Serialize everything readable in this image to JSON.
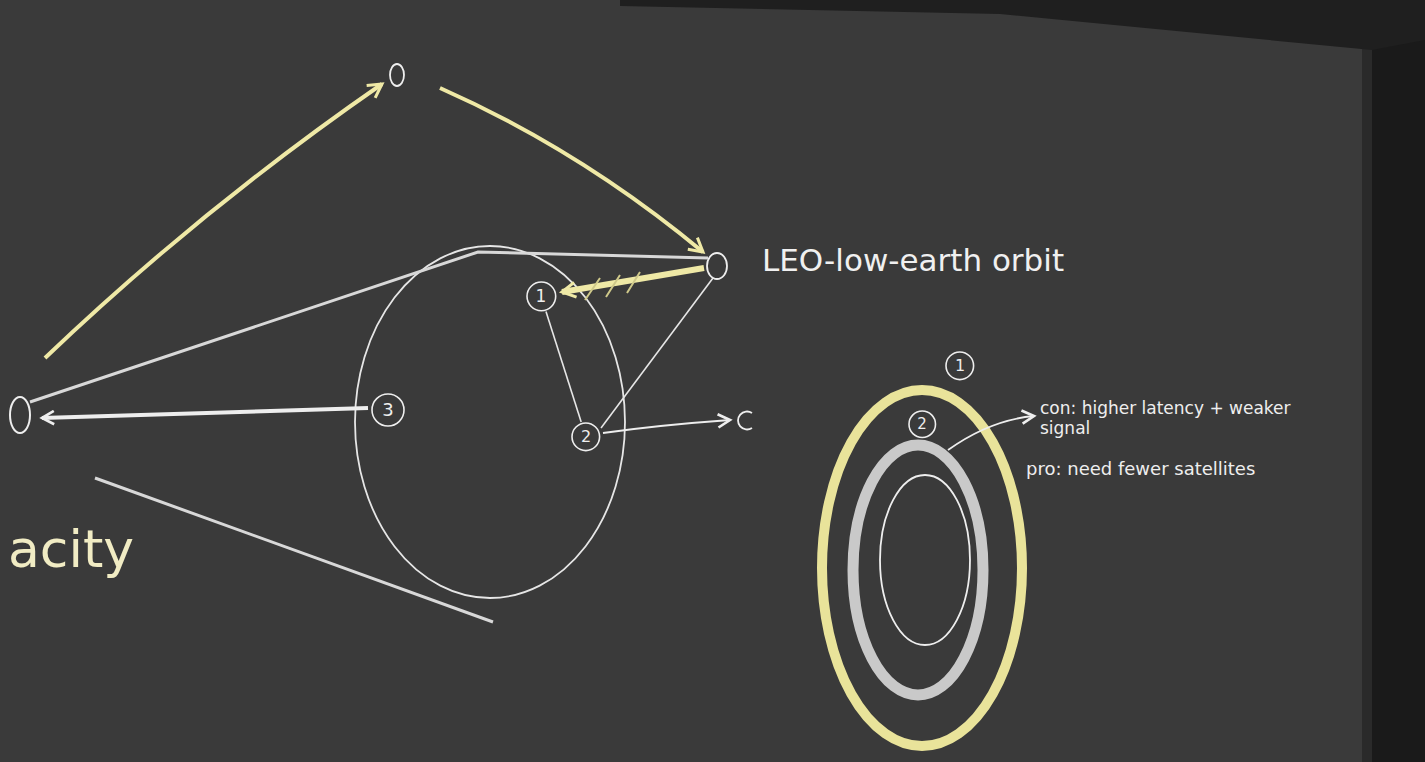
{
  "diagram": {
    "nodes": [
      {
        "text": [
          "1"
        ]
      },
      {
        "text": [
          "3"
        ]
      },
      {
        "text": [
          "2"
        ]
      },
      {
        "text": [
          "1"
        ]
      },
      {
        "text": [
          "2"
        ]
      }
    ],
    "edges": [
      {
        "from": 0,
        "to": 2,
        "arrow": "none"
      }
    ],
    "labels": [
      "LEO-low-earth orbit",
      "con: higher latency + weaker signal",
      "pro: need fewer satellites",
      "acity"
    ]
  }
}
